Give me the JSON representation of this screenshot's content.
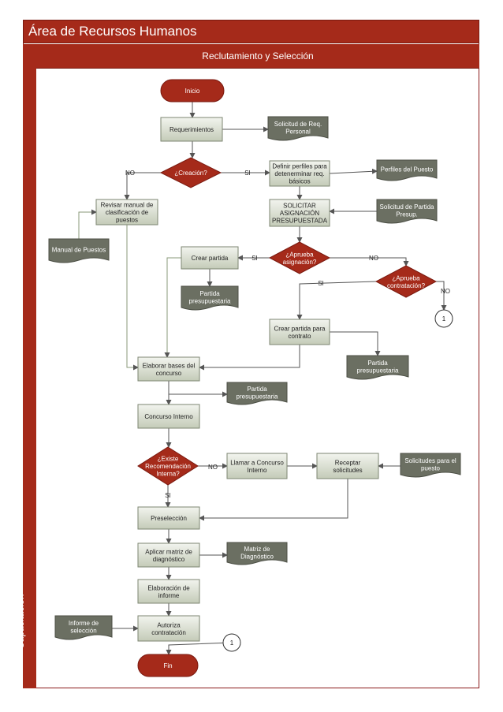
{
  "header": {
    "area_title": "Área de Recursos Humanos",
    "lane_title": "Reclutamiento y Selección",
    "side_lane_title": "Capacitación"
  },
  "nodes": {
    "inicio": "Inicio",
    "requerimientos": "Requerimientos",
    "doc_solicitud_req": [
      "Solicitud de Req.",
      "Personal"
    ],
    "creacion": "¿Creación?",
    "definir_perfiles": [
      "Definir perfiles para",
      "detenerminar req.",
      "básicos"
    ],
    "doc_perfiles": "Perfiles del Puesto",
    "revisar_manual": [
      "Revisar manual de",
      "clasificación de",
      "puestos"
    ],
    "solicitar_asignacion": [
      "SOLICITAR",
      "ASIGNACIÓN",
      "PRESUPUESTADA"
    ],
    "doc_solicitud_partida": [
      "Solicitud de Partida",
      "Presup."
    ],
    "doc_manual_puestos": "Manual de Puestos",
    "crear_partida": "Crear partida",
    "aprueba_asignacion": [
      "¿Aprueba",
      "asignación?"
    ],
    "doc_partida_1": [
      "Partida",
      "presupuestaria"
    ],
    "aprueba_contratacion": [
      "¿Aprueba",
      "contratación?"
    ],
    "connector_1": "1",
    "crear_partida_contrato": [
      "Crear partida para",
      "contrato"
    ],
    "doc_partida_2": [
      "Partida",
      "presupuestaria"
    ],
    "elaborar_bases": [
      "Elaborar bases del",
      "concurso"
    ],
    "doc_partida_3": [
      "Partida",
      "presupuestaria"
    ],
    "concurso_interno": "Concurso Interno",
    "existe_recomendacion": [
      "¿Existe",
      "Recomendación",
      "Interna?"
    ],
    "llamar_concurso": [
      "Llamar a Concurso",
      "Interno"
    ],
    "receptar_solicitudes": [
      "Receptar",
      "solicitudes"
    ],
    "doc_solicitudes_puesto": [
      "Solicitudes para el",
      "puesto"
    ],
    "preseleccion": "Preselección",
    "aplicar_matriz": [
      "Aplicar matriz de",
      "diagnóstico"
    ],
    "doc_matriz": [
      "Matriz de",
      "Diagnóstico"
    ],
    "elaboracion_informe": [
      "Elaboración de",
      "informe"
    ],
    "autoriza_contratacion": [
      "Autoriza",
      "contratación"
    ],
    "doc_informe_seleccion": [
      "Informe de",
      "selección"
    ],
    "connector_2": "1",
    "fin": "Fin"
  },
  "edge_labels": {
    "creacion_no": "NO",
    "creacion_si": "SI",
    "asignacion_si": "SI",
    "asignacion_no": "NO",
    "contratacion_si": "SI",
    "contratacion_no": "NO",
    "recomendacion_no": "NO",
    "recomendacion_si": "SI"
  },
  "colors": {
    "accent_red": "#a52a1a",
    "process_fill_top": "#eef0ea",
    "process_fill_bottom": "#c9cfbf",
    "document_fill": "#6b6f62",
    "decision_fill": "#a52a1a"
  }
}
